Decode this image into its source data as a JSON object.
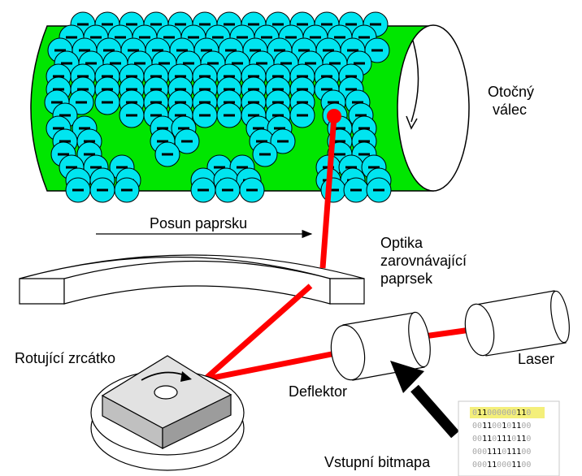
{
  "labels": {
    "drum": [
      "Otočný",
      "válec"
    ],
    "beam_shift": "Posun paprsku",
    "optics": [
      "Optika",
      "zarovnávající",
      "paprsek"
    ],
    "mirror": "Rotující zrcátko",
    "deflector": "Deflektor",
    "laser": "Laser",
    "bitmap": "Vstupní bitmapa"
  },
  "bitmap_rows": [
    "011000000110",
    "001100101100",
    "001101110110",
    "000111011100",
    "000110001100"
  ],
  "colors": {
    "drum": "#00e600",
    "charge": "#00e5f0",
    "beam": "#ff0000",
    "bitmap_highlight": "#f4ef7a"
  },
  "icons": {
    "charge": "minus-sign",
    "rotation": "curved-arrow"
  }
}
